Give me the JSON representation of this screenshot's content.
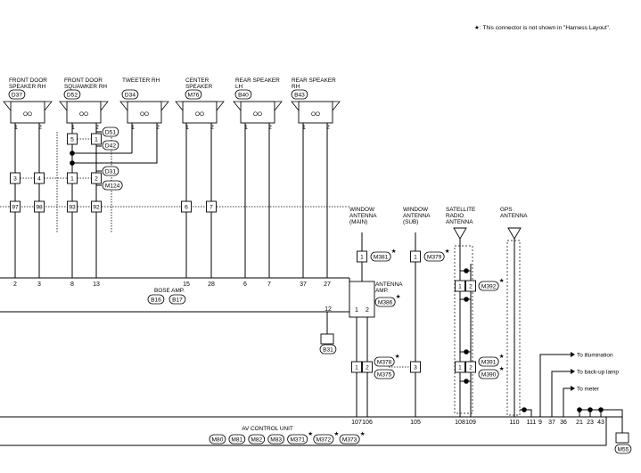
{
  "note": "★: This connector is not shown in \"Harness Layout\".",
  "speakers": [
    {
      "name": [
        "FRONT DOOR",
        "SPEAKER RH"
      ],
      "conn": "D37",
      "pins": [
        "1",
        "2"
      ]
    },
    {
      "name": [
        "FRONT DOOR",
        "SQUAWKER RH"
      ],
      "conn": "D52",
      "pins": [
        "1",
        "2"
      ]
    },
    {
      "name": [
        "TWEETER RH"
      ],
      "conn": "D34",
      "pins": [
        "1",
        "2"
      ]
    },
    {
      "name": [
        "CENTER",
        "SPEAKER"
      ],
      "conn": "M76",
      "pins": [
        "1",
        "2"
      ]
    },
    {
      "name": [
        "REAR SPEAKER",
        "LH"
      ],
      "conn": "B40",
      "pins": [
        "1",
        "2"
      ]
    },
    {
      "name": [
        "REAR SPEAKER",
        "RH"
      ],
      "conn": "B43",
      "pins": [
        "1",
        "2"
      ]
    }
  ],
  "rows": {
    "r1": {
      "cells": [
        "5",
        "1"
      ],
      "conn": [
        "D51",
        "D42"
      ]
    },
    "r2": {
      "cells": [
        "3",
        "4",
        "1",
        "2"
      ],
      "conn": [
        "D31",
        "M124"
      ]
    },
    "r3": {
      "cells": [
        "97",
        "98",
        "93",
        "92",
        "6",
        "7"
      ]
    }
  },
  "bose": {
    "label": "BOSE AMP.",
    "pins": [
      "2",
      "3",
      "8",
      "13",
      "15",
      "28",
      "6",
      "7",
      "37",
      "27"
    ],
    "conns": [
      "B16",
      "B17"
    ],
    "ground_pin": "12",
    "ground_conn": "B31"
  },
  "antennas": [
    {
      "name": [
        "WINDOW",
        "ANTENNA",
        "(MAIN)"
      ],
      "pin": "1",
      "conn": "M381"
    },
    {
      "name": [
        "WINDOW",
        "ANTENNA",
        "(SUB)"
      ],
      "pin": "1",
      "conn": "M379"
    },
    {
      "name": [
        "SATELLITE",
        "RADIO",
        "ANTENNA"
      ],
      "pins": [
        "1",
        "2"
      ],
      "conn": "M392"
    },
    {
      "name": [
        "GPS",
        "ANTENNA"
      ]
    }
  ],
  "antenna_amp": {
    "name": [
      "ANTENNA",
      "AMP."
    ],
    "conn": "M386",
    "pins": [
      "1",
      "2"
    ]
  },
  "relay_row": {
    "left_pins": [
      "1",
      "2"
    ],
    "left_conns": [
      "M378",
      "M375"
    ],
    "mid_pin": "3",
    "right_pins": [
      "1",
      "2"
    ],
    "right_conns": [
      "M391",
      "M390"
    ]
  },
  "outputs": [
    "To illumination",
    "To back-up lamp",
    "To meter"
  ],
  "av": {
    "label": "AV CONTROL UNIT",
    "pins": [
      "107",
      "106",
      "105",
      "108",
      "109",
      "110",
      "111",
      "9",
      "37",
      "36",
      "21",
      "23",
      "43"
    ],
    "conns": [
      "M80",
      "M81",
      "M82",
      "M83",
      "M371",
      "M372",
      "M373"
    ],
    "star_conns": [
      "M371",
      "M372",
      "M373"
    ],
    "ground_conn": "M55"
  }
}
